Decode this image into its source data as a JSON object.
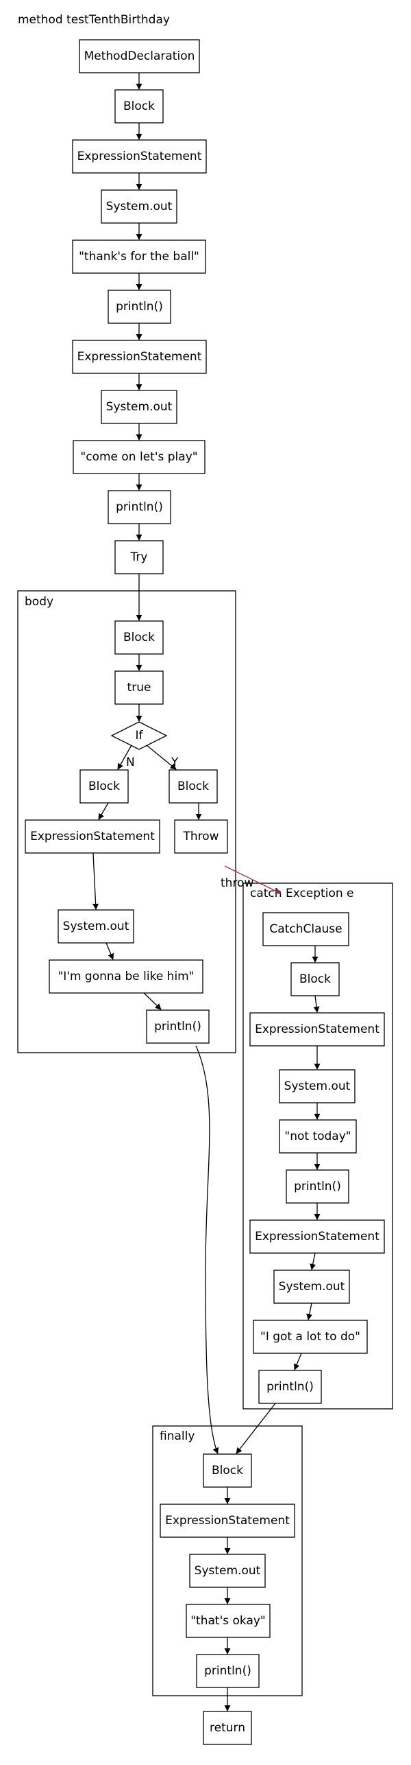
{
  "title": "method testTenthBirthday",
  "clusters": {
    "body": "body",
    "catch": "catch Exception e",
    "finally": "finally"
  },
  "nodes": {
    "n1": "MethodDeclaration",
    "n2": "Block",
    "n3": "ExpressionStatement",
    "n4": "System.out",
    "n5": "\"thank's for the ball\"",
    "n6": "println()",
    "n7": "ExpressionStatement",
    "n8": "System.out",
    "n9": "\"come on let's play\"",
    "n10": "println()",
    "n11": "Try",
    "b1": "Block",
    "b2": "true",
    "b3": "If",
    "b4": "Block",
    "b5": "Block",
    "b6": "ExpressionStatement",
    "b7": "Throw",
    "b8": "System.out",
    "b9": "\"I'm gonna be like him\"",
    "b10": "println()",
    "c1": "CatchClause",
    "c2": "Block",
    "c3": "ExpressionStatement",
    "c4": "System.out",
    "c5": "\"not today\"",
    "c6": "println()",
    "c7": "ExpressionStatement",
    "c8": "System.out",
    "c9": "\"I got a lot to do\"",
    "c10": "println()",
    "f1": "Block",
    "f2": "ExpressionStatement",
    "f3": "System.out",
    "f4": "\"that's okay\"",
    "f5": "println()",
    "r1": "return"
  },
  "edge_labels": {
    "if_n": "N",
    "if_y": "Y",
    "throw": "throw"
  }
}
